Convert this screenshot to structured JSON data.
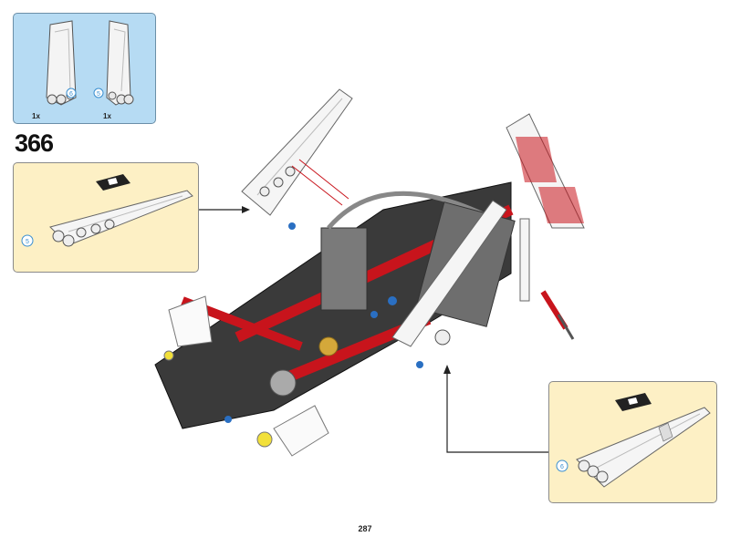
{
  "parts_list": {
    "items": [
      {
        "name": "panel-left",
        "quantity": "1x",
        "pin_label": "6"
      },
      {
        "name": "panel-right",
        "quantity": "1x",
        "pin_label": "5"
      }
    ]
  },
  "step": {
    "number": "366"
  },
  "callouts": {
    "left": {
      "pin_label": "5"
    },
    "right": {
      "pin_label": "6"
    }
  },
  "colors": {
    "parts_bg": "#b6dbf3",
    "callout_bg": "#fdf0c5",
    "technic_red": "#c8141c",
    "dark_gray": "#3a3a3a",
    "pin_blue": "#2a6fc2"
  },
  "page": {
    "number": "287"
  }
}
